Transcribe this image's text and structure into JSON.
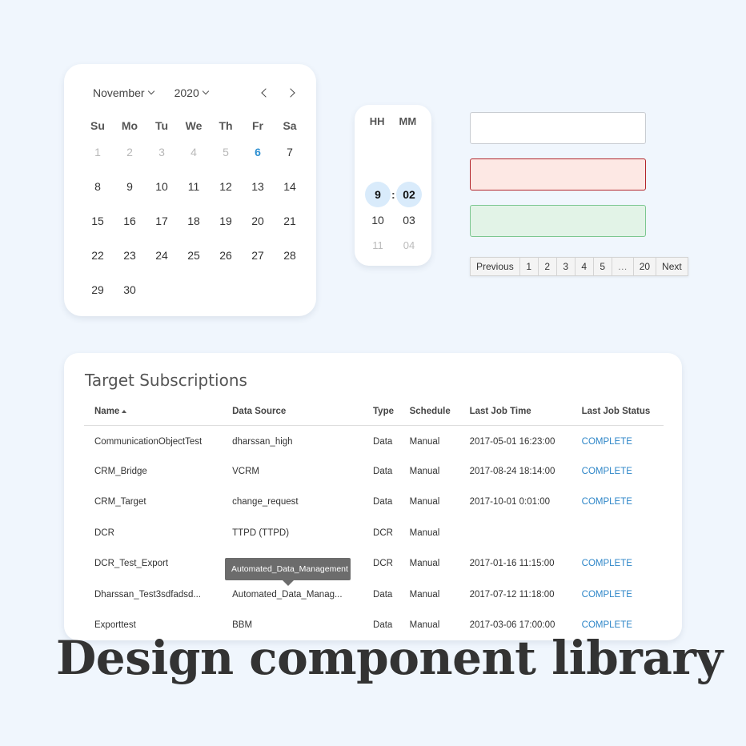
{
  "calendar": {
    "month": "November",
    "year": "2020",
    "weekdays": [
      "Su",
      "Mo",
      "Tu",
      "We",
      "Th",
      "Fr",
      "Sa"
    ],
    "days": [
      {
        "d": "1",
        "muted": true
      },
      {
        "d": "2",
        "muted": true
      },
      {
        "d": "3",
        "muted": true
      },
      {
        "d": "4",
        "muted": true
      },
      {
        "d": "5",
        "muted": true
      },
      {
        "d": "6",
        "today": true
      },
      {
        "d": "7"
      },
      {
        "d": "8"
      },
      {
        "d": "9"
      },
      {
        "d": "10"
      },
      {
        "d": "11"
      },
      {
        "d": "12"
      },
      {
        "d": "13"
      },
      {
        "d": "14"
      },
      {
        "d": "15"
      },
      {
        "d": "16"
      },
      {
        "d": "17"
      },
      {
        "d": "18"
      },
      {
        "d": "19"
      },
      {
        "d": "20"
      },
      {
        "d": "21"
      },
      {
        "d": "22"
      },
      {
        "d": "23"
      },
      {
        "d": "24"
      },
      {
        "d": "25"
      },
      {
        "d": "26"
      },
      {
        "d": "27"
      },
      {
        "d": "28"
      },
      {
        "d": "29"
      },
      {
        "d": "30"
      }
    ]
  },
  "timepicker": {
    "hh_label": "HH",
    "mm_label": "MM",
    "separator": ":",
    "hours": [
      "9",
      "10",
      "11"
    ],
    "minutes": [
      "02",
      "03",
      "04"
    ]
  },
  "pagination": [
    "Previous",
    "1",
    "2",
    "3",
    "4",
    "5",
    "…",
    "20",
    "Next"
  ],
  "table": {
    "title": "Target Subscriptions",
    "columns": [
      "Name",
      "Data Source",
      "Type",
      "Schedule",
      "Last Job Time",
      "Last Job Status"
    ],
    "rows": [
      [
        "CommunicationObjectTest",
        "dharssan_high",
        "Data",
        "Manual",
        "2017-05-01 16:23:00",
        "COMPLETE"
      ],
      [
        "CRM_Bridge",
        "VCRM",
        "Data",
        "Manual",
        "2017-08-24 18:14:00",
        "COMPLETE"
      ],
      [
        "CRM_Target",
        "change_request",
        "Data",
        "Manual",
        "2017-10-01 0:01:00",
        "COMPLETE"
      ],
      [
        "DCR",
        "TTPD (TTPD)",
        "DCR",
        "Manual",
        "",
        ""
      ],
      [
        "DCR_Test_Export",
        "",
        "DCR",
        "Manual",
        "2017-01-16 11:15:00",
        "COMPLETE"
      ],
      [
        "Dharssan_Test3sdfadsd...",
        "Automated_Data_Manag...",
        "Data",
        "Manual",
        "2017-07-12 11:18:00",
        "COMPLETE"
      ],
      [
        "Exporttest",
        "BBM",
        "Data",
        "Manual",
        "2017-03-06 17:00:00",
        "COMPLETE"
      ]
    ],
    "tooltip": "Automated_Data_Management"
  },
  "heading": "Design component library",
  "colors": {
    "background": "#f0f6fd",
    "accent": "#2e90d1",
    "error_bg": "#fde8e4",
    "error_border": "#b3262c",
    "success_bg": "#e2f3e7",
    "success_border": "#7cc791"
  }
}
